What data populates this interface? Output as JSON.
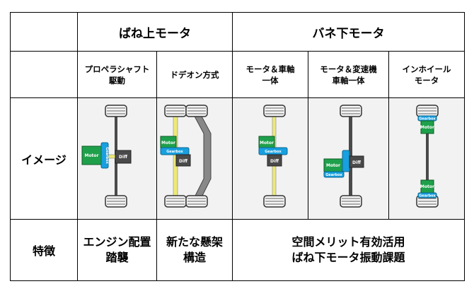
{
  "header": {
    "sprung_group": "ばね上モータ",
    "unsprung_group": "バネ下モータ"
  },
  "types": [
    {
      "label": "プロペラシャフト\n駆動"
    },
    {
      "label": "ドデオン方式"
    },
    {
      "label": "モータ＆車軸\n一体"
    },
    {
      "label": "モータ＆変速機\n車軸一体"
    },
    {
      "label": "インホイール\nモータ"
    }
  ],
  "rows": {
    "image_label": "イメージ",
    "feature_label": "特徴"
  },
  "features": {
    "propeller": "エンジン配置\n踏襲",
    "dedion": "新たな懸架\n構造",
    "unsprung": "空間メリット有効活用\nばね下モータ振動課題"
  },
  "diagram_labels": {
    "motor": "Motor",
    "gearbox": "Gearbox",
    "diff": "Diff"
  },
  "colors": {
    "motor": "#1ea04a",
    "gearbox": "#18a0e0",
    "diff": "#4a4a4a",
    "axle_yellow": "#ece97a",
    "tire_fill": "#f5f5f5",
    "background": "#f2f2f2"
  }
}
